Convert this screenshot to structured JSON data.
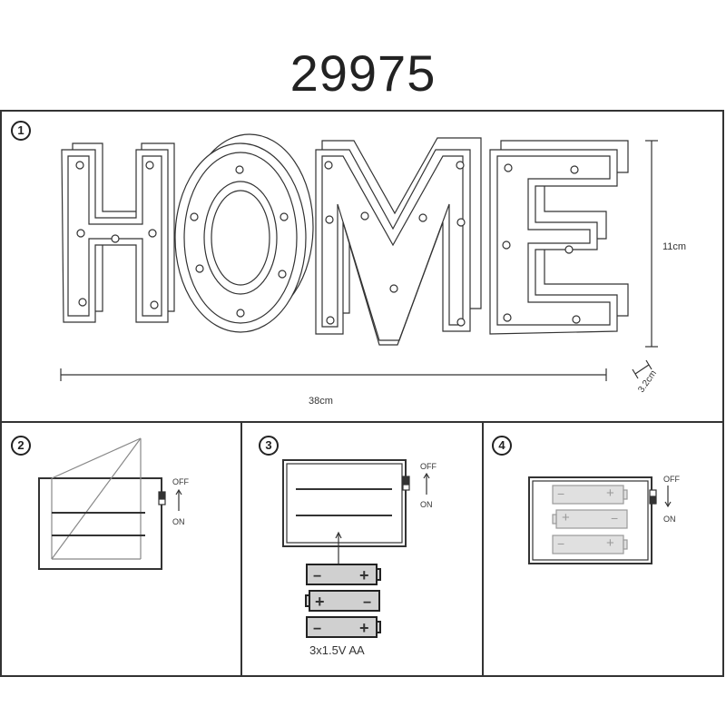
{
  "title": "29975",
  "steps": [
    "1",
    "2",
    "3",
    "4"
  ],
  "dimensions": {
    "width": "38cm",
    "height": "11cm",
    "depth": "3.2cm"
  },
  "switch": {
    "off": "OFF",
    "on": "ON"
  },
  "battery_spec": "3x1.5V AA",
  "battery_signs": {
    "plus": "+",
    "minus": "−"
  }
}
